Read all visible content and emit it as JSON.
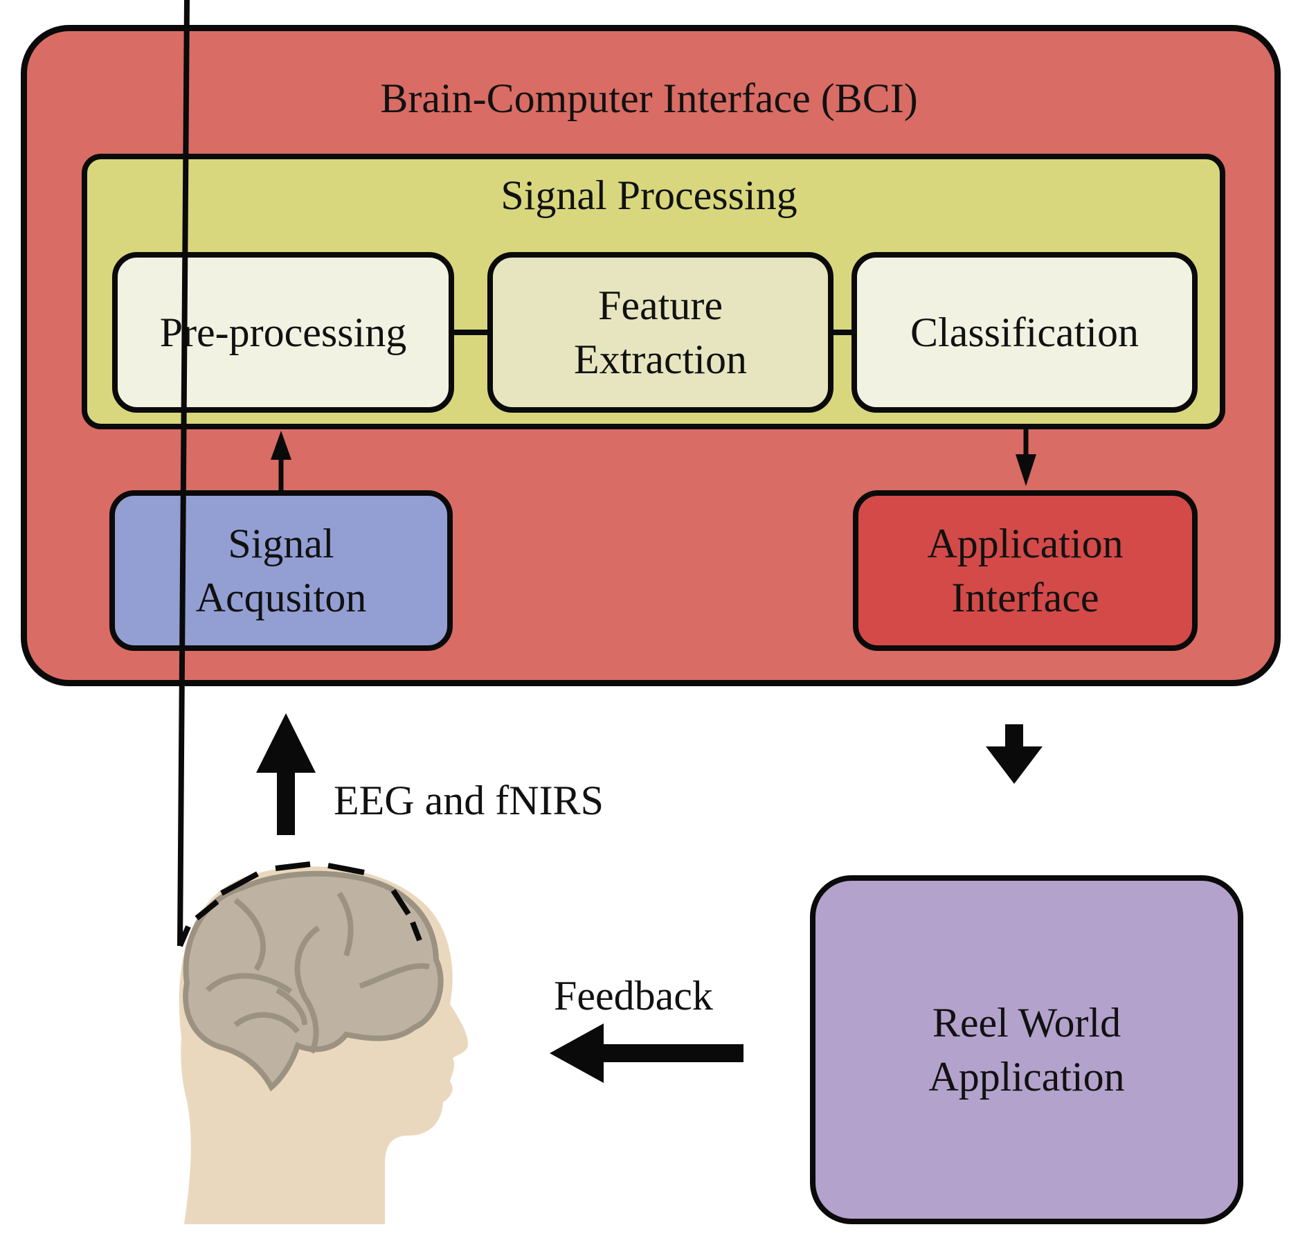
{
  "diagram": {
    "bci": {
      "title": "Brain-Computer Interface (BCI)",
      "color": "#d96c64"
    },
    "signal_processing": {
      "title": "Signal Processing",
      "color": "#d8d77e",
      "steps": [
        {
          "lines": [
            "Pre-processing"
          ],
          "color": "#f2f2e2"
        },
        {
          "lines": [
            "Feature",
            "Extraction"
          ],
          "color": "#e6e5bf"
        },
        {
          "lines": [
            "Classification"
          ],
          "color": "#f2f2e2"
        }
      ]
    },
    "signal_acquisition": {
      "lines": [
        "Signal",
        "Acqusiton"
      ],
      "color": "#939fd3"
    },
    "application_interface": {
      "lines": [
        "Application",
        "Interface"
      ],
      "color": "#d34a48"
    },
    "real_world_application": {
      "lines": [
        "Reel World",
        "Application"
      ],
      "color": "#b3a2cc"
    },
    "arrows": {
      "eeg_label": "EEG and fNIRS",
      "feedback_label": "Feedback"
    },
    "head": {
      "skin_color": "#ead8be",
      "brain_color": "#beb2a2",
      "brain_outline": "#9c9282"
    }
  }
}
